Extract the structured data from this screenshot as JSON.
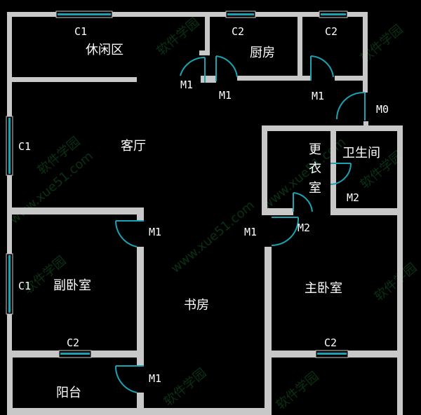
{
  "rooms": {
    "lounge": "休闲区",
    "kitchen": "厨房",
    "living": "客厅",
    "dressing_1": "更",
    "dressing_2": "衣",
    "dressing_3": "室",
    "bathroom": "卫生间",
    "second_bedroom": "副卧室",
    "study": "书房",
    "master_bedroom": "主卧室",
    "balcony": "阳台"
  },
  "codes": {
    "c1_top": "C1",
    "c2_kitchen": "C2",
    "c2_right": "C2",
    "c1_left_upper": "C1",
    "c1_left_lower": "C1",
    "c2_bottom_left": "C2",
    "c2_bottom_right": "C2",
    "m1_a": "M1",
    "m1_b": "M1",
    "m1_c": "M1",
    "m0": "M0",
    "m2_bath": "M2",
    "m1_bedroom": "M1",
    "m1_center": "M1",
    "m2_dress": "M2",
    "m1_balcony": "M1"
  },
  "watermark": {
    "text": "软件学园",
    "url": "www.xue51.com"
  },
  "colors": {
    "background": "#000000",
    "wall": "#c8c8c8",
    "symbol": "#1aa3b3"
  }
}
